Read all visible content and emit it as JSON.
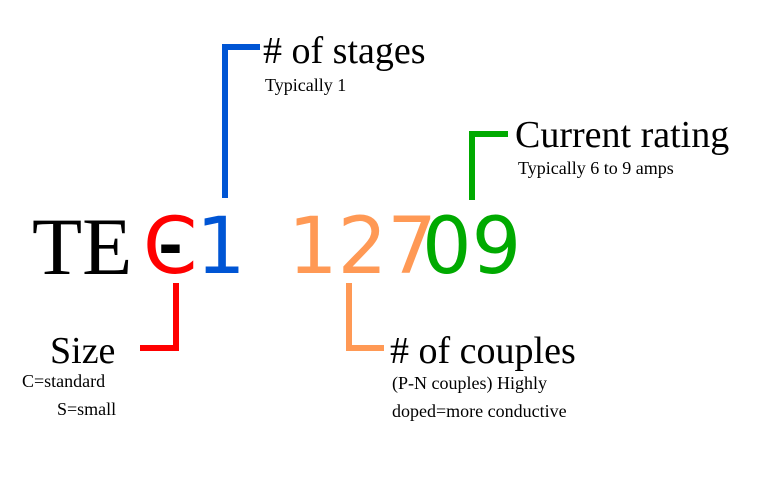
{
  "code": {
    "prefix": "TE",
    "size_letter": "C",
    "separator": "-",
    "stages_digit": "1",
    "couples_digits": "127",
    "current_digits": "09"
  },
  "colors": {
    "size": "#ff0000",
    "stages": "#0055d4",
    "couples": "#ff9955",
    "current": "#00aa00"
  },
  "callouts": {
    "stages": {
      "title": "# of stages",
      "note": "Typically 1"
    },
    "current": {
      "title": "Current rating",
      "note": "Typically 6 to 9 amps"
    },
    "size": {
      "title": "Size",
      "note_line1": "C=standard",
      "note_line2": "S=small"
    },
    "couples": {
      "title": "# of couples",
      "note_line1": "(P-N couples) Highly",
      "note_line2": "doped=more conductive"
    }
  }
}
